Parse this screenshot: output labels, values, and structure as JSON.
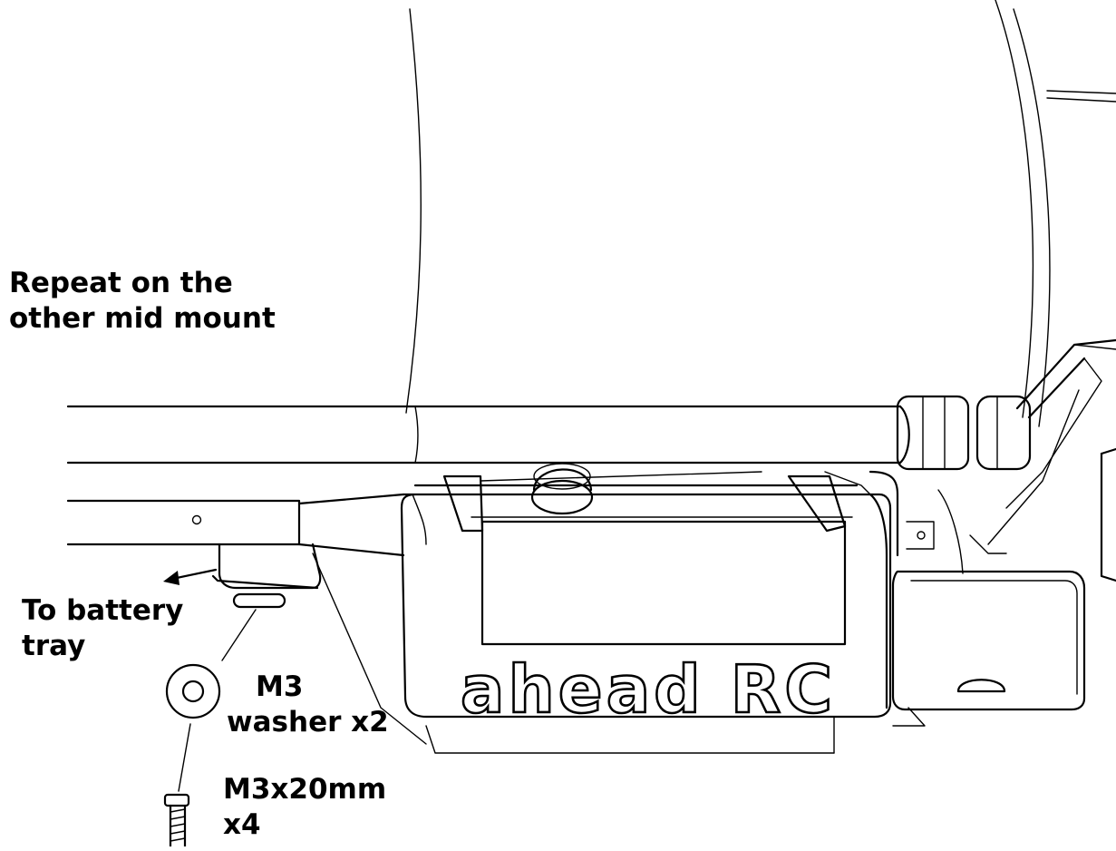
{
  "diagram": {
    "brand_logo_text": "ahead RC",
    "annotations": {
      "repeat_line1": "Repeat on the",
      "repeat_line2": "other mid mount",
      "battery_line1": "To battery",
      "battery_line2": "tray",
      "washer_line1": "M3",
      "washer_line2": "washer x2",
      "screw_line1": "M3x20mm",
      "screw_line2": "x4"
    }
  }
}
